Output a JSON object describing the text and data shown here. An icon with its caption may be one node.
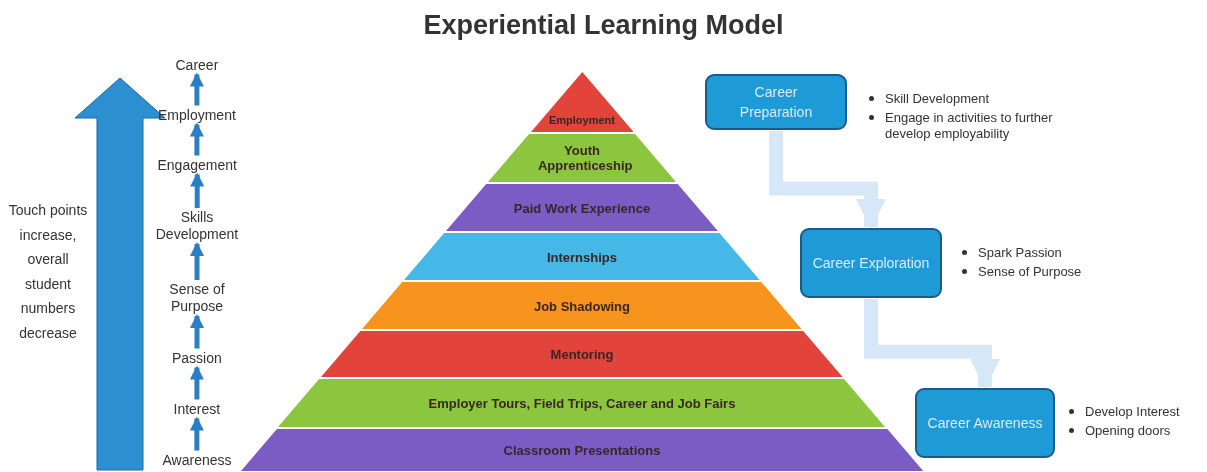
{
  "diagram": {
    "title": "Experiential Learning Model",
    "nodes": [
      {
        "text": [
          "Career"
        ]
      },
      {
        "text": [
          "Employment"
        ]
      },
      {
        "text": [
          "Engagement"
        ]
      },
      {
        "text": [
          "Skills Development"
        ]
      },
      {
        "text": [
          "Sense of Purpose"
        ]
      },
      {
        "text": [
          "Passion"
        ]
      },
      {
        "text": [
          "Interest"
        ]
      },
      {
        "text": [
          "Awareness"
        ]
      },
      {
        "text": [
          "Employment"
        ]
      },
      {
        "text": [
          "Youth Apprenticeship"
        ]
      },
      {
        "text": [
          "Paid Work Experience"
        ]
      },
      {
        "text": [
          "Internships"
        ]
      },
      {
        "text": [
          "Job Shadowing"
        ]
      },
      {
        "text": [
          "Mentoring"
        ]
      },
      {
        "text": [
          "Employer Tours, Field Trips, Career and Job Fairs"
        ]
      },
      {
        "text": [
          "Classroom Presentations"
        ]
      },
      {
        "text": [
          "Career Preparation"
        ],
        "beside": [
          "Skill Development",
          "Engage in activities to further develop employability"
        ]
      },
      {
        "text": [
          "Career Exploration"
        ],
        "beside": [
          "Spark Passion",
          "Sense of Purpose"
        ]
      },
      {
        "text": [
          "Career Awareness"
        ],
        "beside": [
          "Develop Interest",
          "Opening doors"
        ]
      }
    ],
    "edges": [
      {
        "from": 7,
        "to": 6,
        "arrow": "to"
      },
      {
        "from": 6,
        "to": 5,
        "arrow": "to"
      },
      {
        "from": 5,
        "to": 4,
        "arrow": "to"
      },
      {
        "from": 4,
        "to": 3,
        "arrow": "to"
      },
      {
        "from": 3,
        "to": 2,
        "arrow": "to"
      },
      {
        "from": 2,
        "to": 1,
        "arrow": "to"
      },
      {
        "from": 1,
        "to": 0,
        "arrow": "to"
      },
      {
        "from": 16,
        "to": 17,
        "arrow": "to",
        "style": "thick",
        "color": "#d6e8f7"
      },
      {
        "from": 17,
        "to": 18,
        "arrow": "to",
        "style": "thick",
        "color": "#d6e8f7"
      }
    ],
    "labels": [
      "Touch points increase, overall student numbers decrease"
    ]
  }
}
